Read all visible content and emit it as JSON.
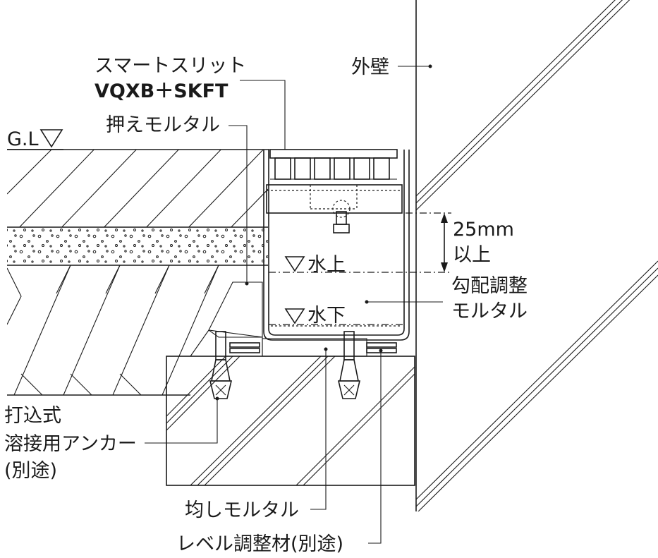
{
  "labels": {
    "slit_name": "スマートスリット",
    "slit_model": "VQXB＋SKFT",
    "outer_wall": "外壁",
    "holding_mortar": "押えモルタル",
    "gl": "G.L",
    "dimension": "25mm",
    "dimension_suffix": "以上",
    "water_up": "水上",
    "water_down": "水下",
    "slope_mortar_1": "勾配調整",
    "slope_mortar_2": "モルタル",
    "anchor_1": "打込式",
    "anchor_2": "溶接用アンカー",
    "anchor_3": "(別途)",
    "leveling_mortar": "均しモルタル",
    "level_adjuster": "レベル調整材(別途)"
  }
}
